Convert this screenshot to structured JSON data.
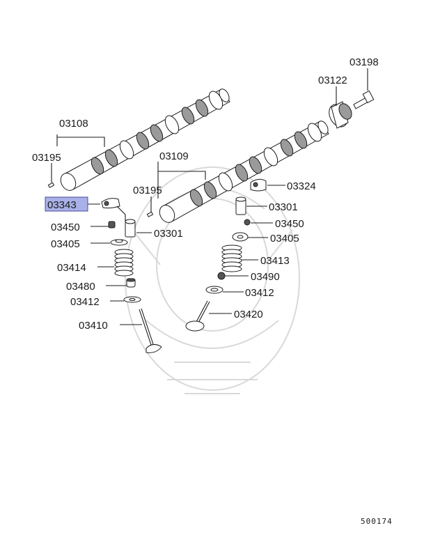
{
  "labels": {
    "p03198": "03198",
    "p03122": "03122",
    "p03108": "03108",
    "p03109": "03109",
    "p03195_a": "03195",
    "p03195_b": "03195",
    "p03324": "03324",
    "p03343": "03343",
    "p03301_a": "03301",
    "p03301_b": "03301",
    "p03450_a": "03450",
    "p03450_b": "03450",
    "p03405_a": "03405",
    "p03405_b": "03405",
    "p03414": "03414",
    "p03413": "03413",
    "p03480": "03480",
    "p03490": "03490",
    "p03412_a": "03412",
    "p03412_b": "03412",
    "p03410": "03410",
    "p03420": "03420"
  },
  "figure_number": "500174",
  "colors": {
    "highlight": "#a9b1e8",
    "ink": "#1a1a1a",
    "watermark": "#d9d9d9"
  }
}
